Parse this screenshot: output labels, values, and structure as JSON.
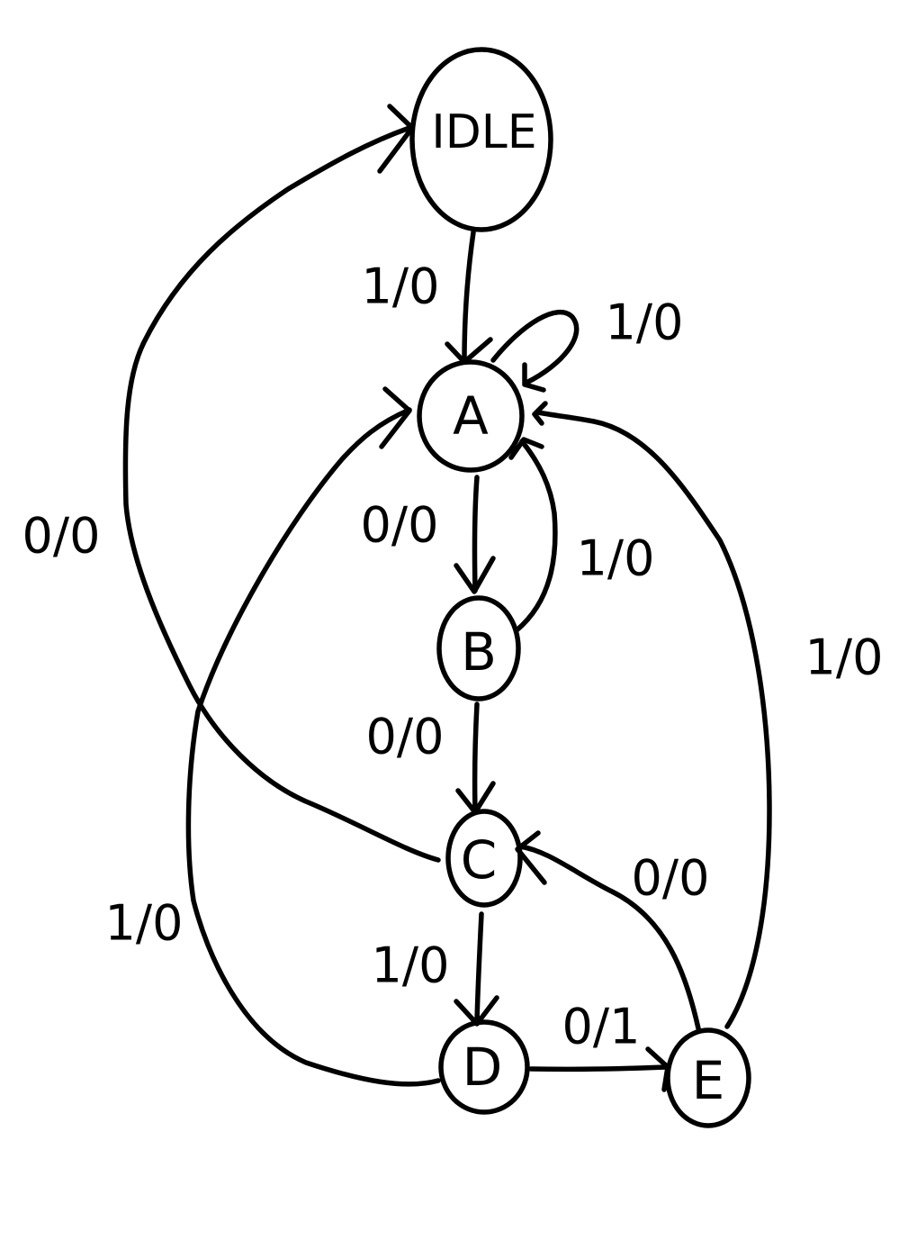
{
  "colors": {
    "ink": "#000000",
    "paper": "#ffffff"
  },
  "nodes": {
    "idle": "IDLE",
    "a": "A",
    "b": "B",
    "c": "C",
    "d": "D",
    "e": "E"
  },
  "edges": {
    "idle_to_a": "1/0",
    "a_self": "1/0",
    "a_to_b": "0/0",
    "b_to_a": "1/0",
    "b_to_c": "0/0",
    "c_to_idle": "0/0",
    "c_to_d": "1/0",
    "d_to_a": "1/0",
    "d_to_e": "0/1",
    "e_to_c": "0/0",
    "e_to_a": "1/0"
  }
}
